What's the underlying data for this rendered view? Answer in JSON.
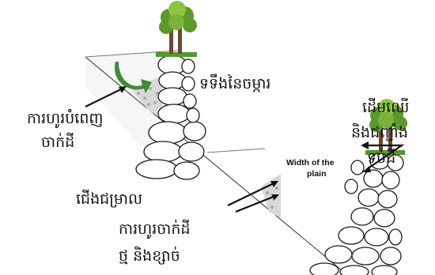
{
  "labels": {
    "wall_top": "ទទឹងនៃចម្ការ",
    "backfill": [
      "ការហូរបំពេញ",
      "ចាក់ដី"
    ],
    "trees_strength": [
      "ដើមឈើ",
      "និងជញ្ជាំង",
      "ទប់ដី"
    ],
    "plain_width": [
      "Width of the",
      "plain"
    ],
    "foundation": "ជើងជម្រាល",
    "fill_material": [
      "ការហូរចាក់ដី",
      "ថ្ម និងខ្សាច់"
    ]
  },
  "icons": {
    "tree": "tree-icon",
    "curved_arrow": "curved-arrow-icon",
    "pointer": "arrow-icon"
  },
  "colors": {
    "foliage": "#5a9a2c",
    "foliage_light": "#8cc63f",
    "trunk": "#6b4a2b",
    "curved_arrow": "#3f8a35",
    "grass": "#4f9a2a"
  }
}
